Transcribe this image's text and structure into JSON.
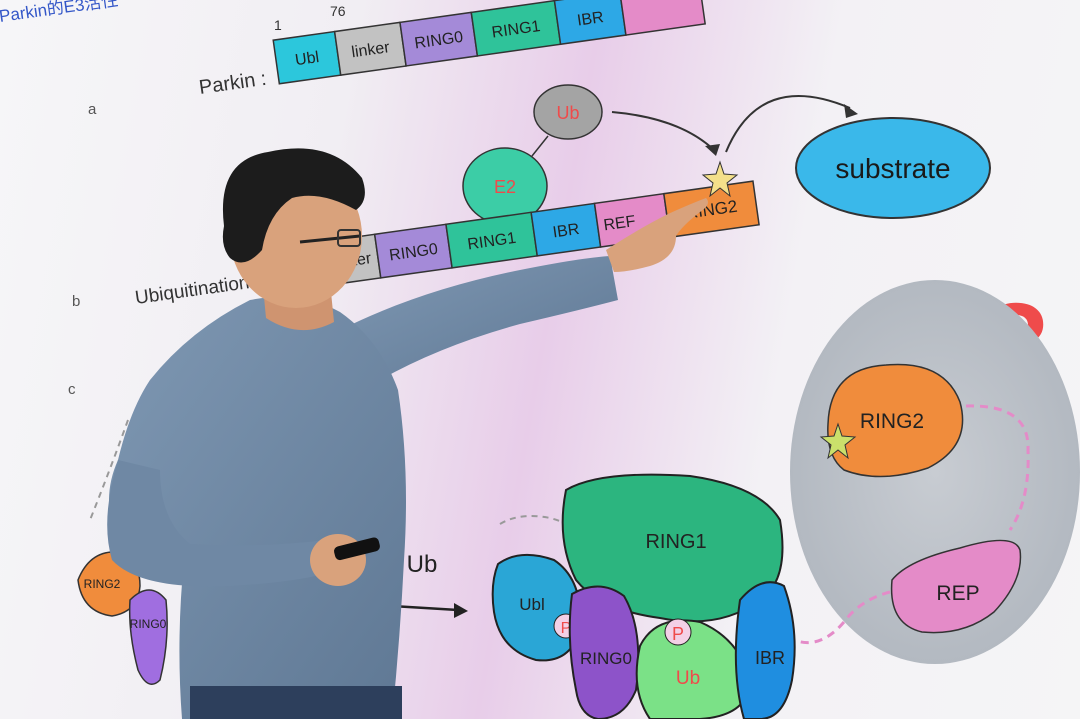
{
  "slide": {
    "title_fragment": "Parkin的E3活性",
    "positions": {
      "p1": "1",
      "p2": "76"
    },
    "parkin_label": "Parkin :",
    "row_a": "a",
    "row_b": "b",
    "row_c": "c",
    "ubiquitination_label": "Ubiquitination",
    "domains_top": {
      "ubl": "Ubl",
      "linker": "linker",
      "ring0": "RING0",
      "ring1": "RING1",
      "ibr": "IBR"
    },
    "ub_label": "Ub",
    "e2_label": "E2",
    "substrate_label": "substrate",
    "domains_mid": {
      "linker_partial": "ker",
      "ring0": "RING0",
      "ring1": "RING1",
      "ibr": "IBR",
      "rep_partial": "REF",
      "ring2": "RING2"
    },
    "question_mark": "?",
    "bubble": {
      "ring2": "RING2",
      "rep": "REP"
    },
    "left_cluster": {
      "ring2": "RING2",
      "ring0": "RING0"
    },
    "arrow_text": "1, Ub",
    "structure": {
      "ring1": "RING1",
      "ubl": "Ubl",
      "p1": "P",
      "ring0": "RING0",
      "p2": "P",
      "ub": "Ub",
      "ibr": "IBR"
    }
  },
  "colors": {
    "ubl": "#2cc7dc",
    "linker": "#c2c2c2",
    "ring0": "#a48ad8",
    "ring1": "#2fc39a",
    "ibr": "#2da8e6",
    "rep": "#e48bc8",
    "ring2": "#f08c3c",
    "substrate": "#3ab8ea",
    "ub": "#a4a4a4",
    "e2": "#3ccda6",
    "question": "#ef4b4b",
    "bubble": "#b9bfc7",
    "structure_ring1": "#2cb57f",
    "structure_ubl": "#2aa6d6",
    "structure_ring0": "#8d53c9",
    "structure_ub": "#7be187",
    "structure_ibr": "#1f8ee0"
  }
}
